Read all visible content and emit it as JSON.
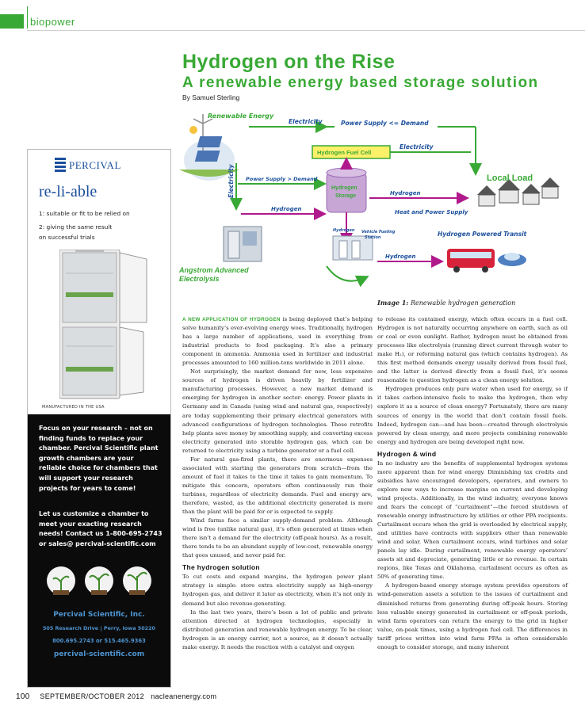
{
  "section": {
    "label": "biopower",
    "color": "#39a935"
  },
  "article": {
    "title": "Hydrogen on the Rise",
    "subtitle": "A renewable energy based storage solution",
    "byline": "By Samuel Sterling"
  },
  "diagram": {
    "renewable_energy": "Renewable Energy",
    "electricity_top": "Electricity",
    "supply_eq_demand": "Power Supply <= Demand",
    "fuel_cell": "Hydrogen Fuel Cell",
    "electricity_right": "Electricity",
    "electricity_vertical": "Electricity",
    "supply_gt_demand": "Power Supply > Demand",
    "storage_line1": "Hydrogen",
    "storage_line2": "Storage",
    "hydrogen_left": "Hydrogen",
    "hydrogen_right": "Hydrogen",
    "local_load": "Local Load",
    "heat_power": "Heat and Power Supply",
    "hydrogen_small": "Hydrogen",
    "fueling_line1": "Vehicle Fueling",
    "fueling_line2": "Station",
    "transit": "Hydrogen Powered Transit",
    "hydrogen_bottom": "Hydrogen",
    "electrolysis_line1": "Angstrom Advanced",
    "electrolysis_line2": "Electrolysis"
  },
  "caption": {
    "label": "Image 1:",
    "text": "Renewable hydrogen generation"
  },
  "body": {
    "lead": "A NEW APPLICATION OF HYDROGEN",
    "p1_rest": " is being deployed that’s helping solve humanity’s ever-evolving energy woes. Traditionally, hydrogen has a large number of applications, used in everything from industrial products to food packaging. It’s also a primary component in ammonia. Ammonia used in fertilizer and industrial processes amounted to 160 million-tons worldwide in 2011 alone.",
    "p2": "Not surprisingly, the market demand for new, less expensive sources of hydrogen is driven heavily by fertilizer and manufacturing processes. However, a new market demand is emerging for hydrogen in another sector: energy. Power plants in Germany and in Canada (using wind and natural gas, respectively) are today supplementing their primary electrical generators with advanced configurations of hydrogen technologies. These retrofits help plants save money by smoothing supply, and converting excess electricity generated into storable hydrogen gas, which can be returned to electricity using a turbine generator or a fuel cell.",
    "p3": "For natural gas-fired plants, there are enormous expenses associated with starting the generators from scratch—from the amount of fuel it takes to the time it takes to gain momentum. To mitigate this concern, operators often continuously run their turbines, regardless of electricity demands. Fuel and energy are, therefore, wasted, as the additional electricity generated is more than the plant will be paid for or is expected to supply.",
    "p4": "Wind farms face a similar supply-demand problem. Although wind is free (unlike natural gas), it’s often generated at times when there isn’t a demand for the electricity (off-peak hours). As a result, there tends to be an abundant supply of low-cost, renewable energy that goes unused, and never paid for.",
    "h_solution": "The hydrogen solution",
    "p5": "To cut costs and expand margins, the hydrogen power plant strategy is simple: store extra electricity supply as high-energy hydrogen gas, and deliver it later as electricity, when it’s not only in demand but also revenue-generating.",
    "p6": "In the last two years, there’s been a lot of public and private attention directed at hydrogen technologies, especially in distributed generation and renewable hydrogen energy. To be clear, hydrogen is an energy carrier, not a source, as it doesn’t actually make energy. It needs the reaction with a catalyst and oxygen",
    "p7": "to release its contained energy, which often occurs in a fuel cell. Hydrogen is not naturally occurring anywhere on earth, such as oil or coal or even sunlight. Rather, hydrogen must be obtained from processes like electrolysis (running direct current through water to make H₂), or reforming natural gas (which contains hydrogen). As this first method demands energy usually derived from fossil fuel, and the latter is derived directly from a fossil fuel, it’s seems reasonable to question hydrogen as a clean energy solution.",
    "p8": "Hydrogen produces only pure water when used for energy, so if it takes carbon-intensive fuels to make the hydrogen, then why explore it as a source of clean energy? Fortunately, there are many sources of energy in the world that don’t contain fossil fuels. Indeed, hydrogen can—and has been—created through electrolysis powered by clean energy, and more projects combining renewable energy and hydrogen are being developed right now.",
    "h_wind": "Hydrogen & wind",
    "p9": "In no industry are the benefits of supplemental hydrogen systems more apparent than for wind energy. Diminishing tax credits and subsidies have encouraged developers, operators, and owners to explore new ways to increase margins on current and developing wind projects. Additionally, in the wind industry, everyone knows and fears the concept of “curtailment”—the forced shutdown of renewable energy infrastructure by utilities or other PPA recipients. Curtailment occurs when the grid is overloaded by electrical supply, and utilities have contracts with suppliers other than renewable wind and solar. When curtailment occurs, wind turbines and solar panels lay idle. During curtailment, renewable energy operators’ assets sit and depreciate, generating little or no revenue. In certain regions, like Texas and Oklahoma, curtailment occurs as often as 50% of generating time.",
    "p10": "A hydrogen-based energy storage system provides operators of wind-generation assets a solution to the issues of curtailment and diminished returns from generating during off-peak hours. Storing less valuable energy generated in curtailment or off-peak periods, wind farm operators can return the energy to the grid in higher value, on-peak times, using a hydrogen fuel cell. The differences in tariff prices written into wind farm PPAs is often considerable enough to consider storage, and many inherent"
  },
  "ad": {
    "brand": "PERCIVAL",
    "word": "re-li-able",
    "def1": "1: suitable or fit to be relied on",
    "def2": "2: giving the same result",
    "def3": "on successful trials",
    "made": "MANUFACTURED IN THE USA",
    "pitch1": "Focus on your research – not on finding funds to replace your chamber. Percival Scientific plant growth chambers are your reliable choice for chambers that will support your research projects for years to come!",
    "pitch2": "Let us customize a chamber to meet your exacting research needs! Contact us 1-800-695-2743 or sales@ percival-scientific.com",
    "company": "Percival Scientific, Inc.",
    "address": "505 Research Drive | Perry, Iowa 50220",
    "phones": "800.695.2743 or 515.465.9363",
    "website": "percival-scientific.com"
  },
  "footer": {
    "page": "100",
    "issue": "SEPTEMBER/OCTOBER 2012",
    "site": "nacleanenergy.com"
  },
  "colors": {
    "green": "#39a935",
    "blue": "#1b4f9c",
    "ad_blue": "#4e94d0"
  }
}
